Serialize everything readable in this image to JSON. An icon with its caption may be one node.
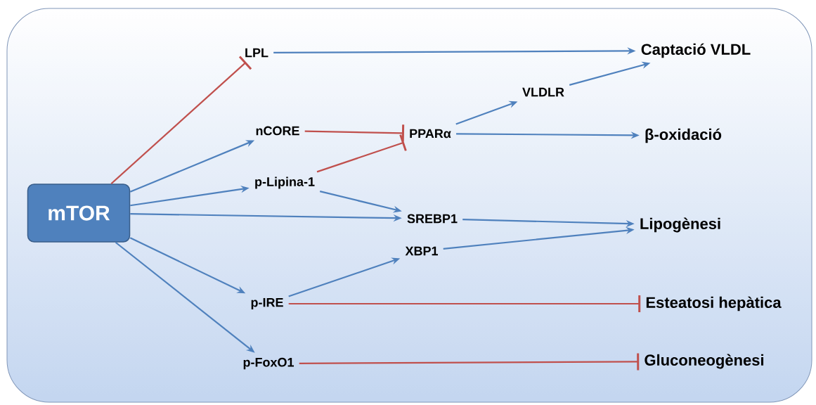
{
  "diagram": {
    "nodes": [
      {
        "text": [
          "mTOR"
        ]
      },
      {
        "text": [
          "LPL"
        ]
      },
      {
        "text": [
          "nCORE"
        ]
      },
      {
        "text": [
          "p-Lipina-1"
        ]
      },
      {
        "text": [
          "p-IRE"
        ]
      },
      {
        "text": [
          "p-FoxO1"
        ]
      },
      {
        "text": [
          "PPARα"
        ]
      },
      {
        "text": [
          "SREBP1"
        ]
      },
      {
        "text": [
          "XBP1"
        ]
      },
      {
        "text": [
          "VLDLR"
        ]
      },
      {
        "text": [
          "Captació VLDL"
        ]
      },
      {
        "text": [
          "β-oxidació"
        ]
      },
      {
        "text": [
          "Lipogènesi"
        ]
      },
      {
        "text": [
          "Esteatosi hepàtica"
        ]
      },
      {
        "text": [
          "Gluconeogènesi"
        ]
      }
    ],
    "edges": [
      {
        "from": 0,
        "to": 1,
        "arrow": "other",
        "color": "#c0504d"
      },
      {
        "from": 0,
        "to": 2,
        "arrow": "to"
      },
      {
        "from": 0,
        "to": 3,
        "arrow": "to"
      },
      {
        "from": 0,
        "to": 7,
        "arrow": "to"
      },
      {
        "from": 0,
        "to": 4,
        "arrow": "to"
      },
      {
        "from": 0,
        "to": 5,
        "arrow": "to"
      },
      {
        "from": 1,
        "to": 10,
        "arrow": "to"
      },
      {
        "from": 2,
        "to": 6,
        "arrow": "other",
        "color": "#c0504d"
      },
      {
        "from": 3,
        "to": 6,
        "arrow": "other",
        "color": "#c0504d"
      },
      {
        "from": 3,
        "to": 7,
        "arrow": "to"
      },
      {
        "from": 6,
        "to": 9,
        "arrow": "to"
      },
      {
        "from": 6,
        "to": 11,
        "arrow": "to"
      },
      {
        "from": 9,
        "to": 10,
        "arrow": "to"
      },
      {
        "from": 7,
        "to": 12,
        "arrow": "to"
      },
      {
        "from": 8,
        "to": 12,
        "arrow": "to"
      },
      {
        "from": 4,
        "to": 8,
        "arrow": "to"
      },
      {
        "from": 4,
        "to": 13,
        "arrow": "other",
        "color": "#c0504d"
      },
      {
        "from": 5,
        "to": 14,
        "arrow": "other",
        "color": "#c0504d"
      }
    ]
  }
}
